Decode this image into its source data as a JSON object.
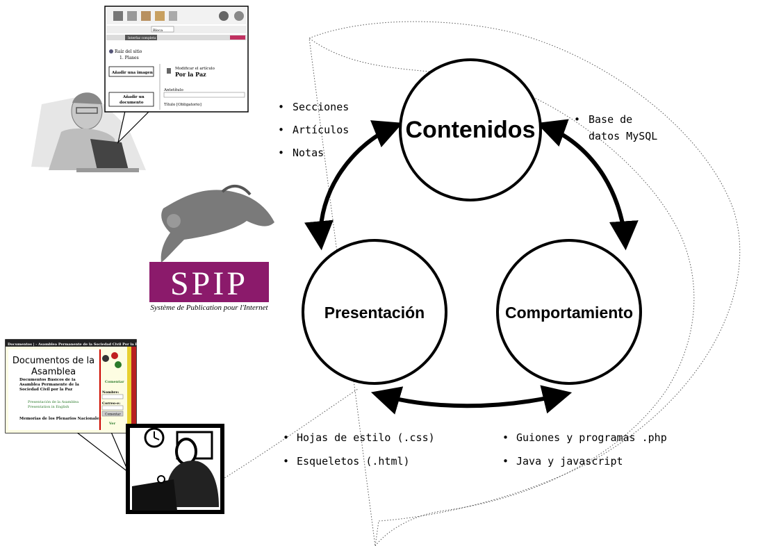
{
  "nodes": {
    "contenidos": "Contenidos",
    "presentacion": "Presentación",
    "comportamiento": "Comportamiento"
  },
  "lists": {
    "contenidos_left": [
      "Secciones",
      "Artículos",
      "Notas"
    ],
    "contenidos_right": [
      "Base de",
      "datos MySQL"
    ],
    "presentacion": [
      "Hojas de estilo (.css)",
      "Esqueletos (.html)"
    ],
    "comportamiento": [
      "Guiones y programas .php",
      "Java y javascript"
    ]
  },
  "bullet": "•",
  "logo": {
    "text": "SPIP",
    "tagline": "Système de Publication pour l'Internet",
    "color": "#8b1a6b"
  },
  "editor": {
    "toolbar_field": "Bloca",
    "tab_active": "Interfaz completa",
    "root": "Raíz del sitio",
    "section": "1. Planes",
    "add_image": "Añadir una imagen",
    "add_document_1": "Añadir un",
    "add_document_2": "documento",
    "modify": "Modificar el artículo",
    "article_title": "Por la Paz",
    "antetitulo": "Antetítulo",
    "titulo": "Título [Obligatorio]"
  },
  "website": {
    "header": "Documentos | - Asamblea Permanente de la Sociedad Civil Por la Paz",
    "title_line1": "Documentos de la",
    "title_line2": "Asamblea",
    "intro": "Documentos Básicos de la Asamblea Permanente de la Sociedad Civil por la Paz",
    "link1": "Presentación de la Asamblea",
    "link2": "Presentation in English",
    "memorias": "Memorias de los Plenarios Nacionales",
    "comentar": "Comentar",
    "nombre": "Nombre:",
    "correo": "Correo-e:",
    "button": "Comentar",
    "ver": "Ver"
  }
}
